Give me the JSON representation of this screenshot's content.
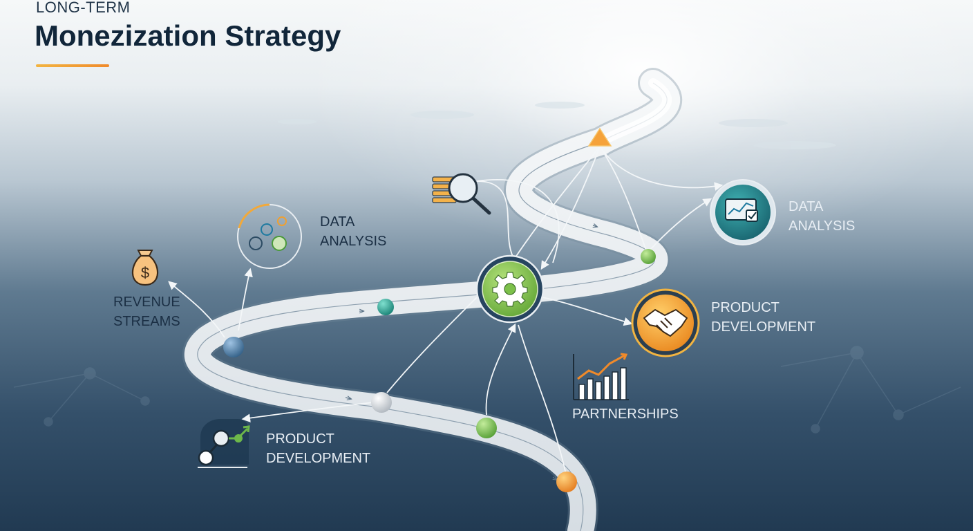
{
  "header": {
    "eyebrow": "LONG-TERM",
    "title": "Monezization Strategy"
  },
  "labels": {
    "revenue_streams": [
      "REVENUE",
      "STREAMS"
    ],
    "data_analysis_left": [
      "DATA",
      "ANALYSIS"
    ],
    "data_analysis_right": [
      "DATA",
      "ANALYSIS"
    ],
    "product_development_right": [
      "PRODUCT",
      "DEVELOPMENT"
    ],
    "product_development_bottom": [
      "PRODUCT",
      "DEVELOPMENT"
    ],
    "partnerships": "PARTNERSHIPS"
  },
  "icons": {
    "money_bag": "money-bag-icon",
    "gears": "gears-icon",
    "magnifier": "magnifier-icon",
    "central_gear": "gear-icon",
    "dashboard": "dashboard-chart-icon",
    "handshake": "handshake-icon",
    "bar_chart": "bar-chart-icon",
    "growth_nodes": "growth-nodes-icon",
    "summit": "summit-triangle-icon"
  },
  "colors": {
    "title": "#11263a",
    "accent_start": "#f2b441",
    "accent_end": "#f08a2a",
    "road": "#e9eef2",
    "milestone_blue": "#3f6f98",
    "milestone_teal": "#1f9a8a",
    "milestone_green": "#6db84a",
    "milestone_silver": "#d9dde1",
    "milestone_orange": "#f29a2e",
    "gear_green": "#7cc04a",
    "dashboard_teal": "#1f7f86",
    "handshake_orange": "#f09a28"
  }
}
